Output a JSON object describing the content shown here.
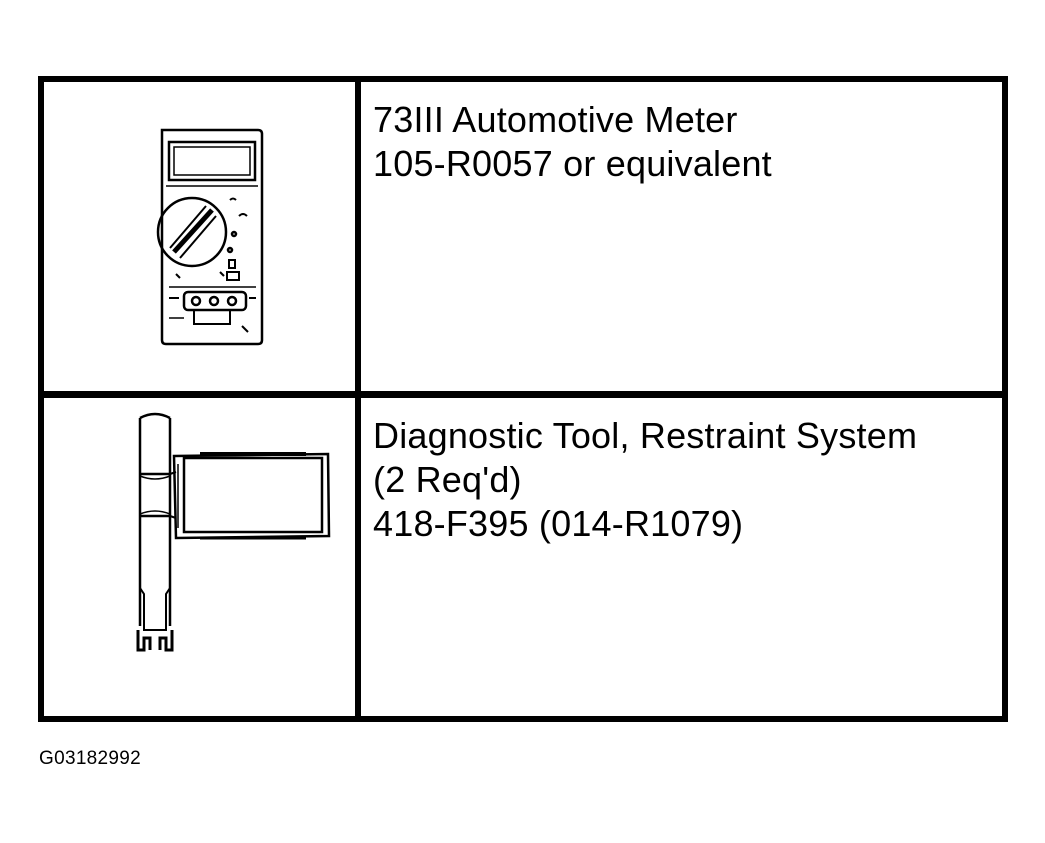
{
  "tools": [
    {
      "icon": "multimeter-icon",
      "lines": [
        "73III Automotive Meter",
        "105-R0057 or equivalent"
      ]
    },
    {
      "icon": "diagnostic-tool-icon",
      "lines": [
        "Diagnostic Tool, Restraint System",
        "(2 Req'd)",
        "418-F395 (014-R1079)"
      ]
    }
  ],
  "figure_id": "G03182992"
}
